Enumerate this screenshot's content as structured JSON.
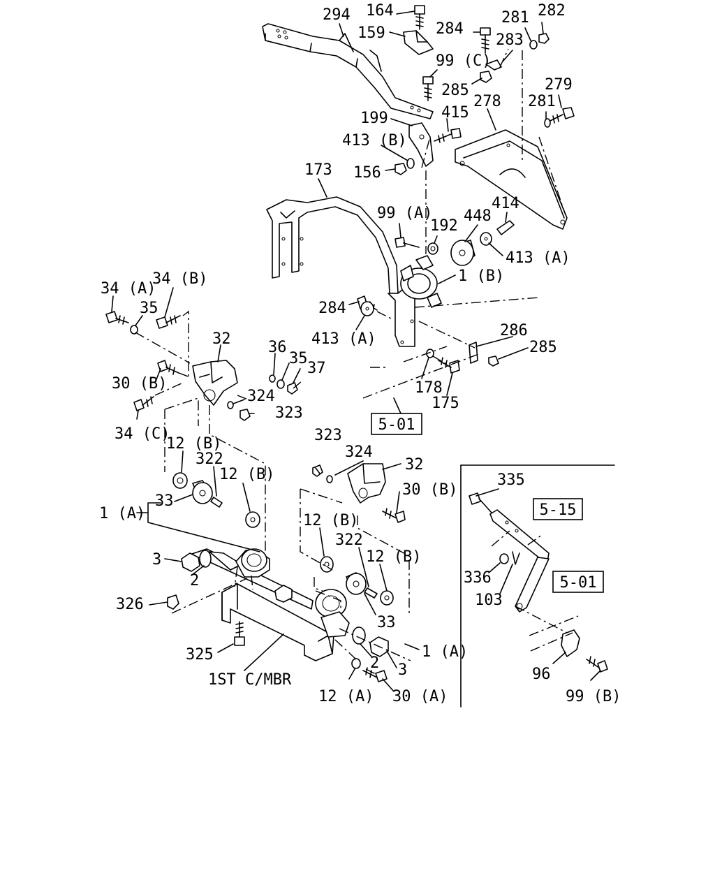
{
  "labels": {
    "l294": "294",
    "l164": "164",
    "l159": "159",
    "l284a": "284",
    "l281a": "281",
    "l282": "282",
    "l283": "283",
    "l99c": "99 (C)",
    "l285a": "285",
    "l279": "279",
    "l281b": "281",
    "l278": "278",
    "l199": "199",
    "l415": "415",
    "l413b": "413 (B)",
    "l156": "156",
    "l173": "173",
    "l99a": "99 (A)",
    "l192": "192",
    "l448": "448",
    "l414": "414",
    "l413a1": "413 (A)",
    "l1b": "1 (B)",
    "l284b": "284",
    "l413a2": "413 (A)",
    "l286": "286",
    "l285b": "285",
    "l178": "178",
    "l175": "175",
    "l34a": "34 (A)",
    "l34b": "34 (B)",
    "l35a": "35",
    "l32a": "32",
    "l36": "36",
    "l35b": "35",
    "l37": "37",
    "l30b1": "30 (B)",
    "l324a": "324",
    "l323a": "323",
    "l34c": "34 (C)",
    "l12b1": "12 (B)",
    "l322a": "322",
    "l12b2": "12 (B)",
    "l33a": "33",
    "l1a1": "1 (A)",
    "l3a": "3",
    "l2a": "2",
    "l326": "326",
    "l325": "325",
    "l1stmbr": "1ST C/MBR",
    "l323b": "323",
    "l324b": "324",
    "l32b": "32",
    "l30b2": "30 (B)",
    "l12b3": "12 (B)",
    "l322b": "322",
    "l12b4": "12 (B)",
    "l33b": "33",
    "l1a2": "1 (A)",
    "l2b": "2",
    "l3b": "3",
    "l12a": "12 (A)",
    "l30a": "30 (A)",
    "l335": "335",
    "l336": "336",
    "l103": "103",
    "l96": "96",
    "l99b": "99 (B)"
  },
  "refs": {
    "r501a": "5-01",
    "r515": "5-15",
    "r501b": "5-01"
  }
}
